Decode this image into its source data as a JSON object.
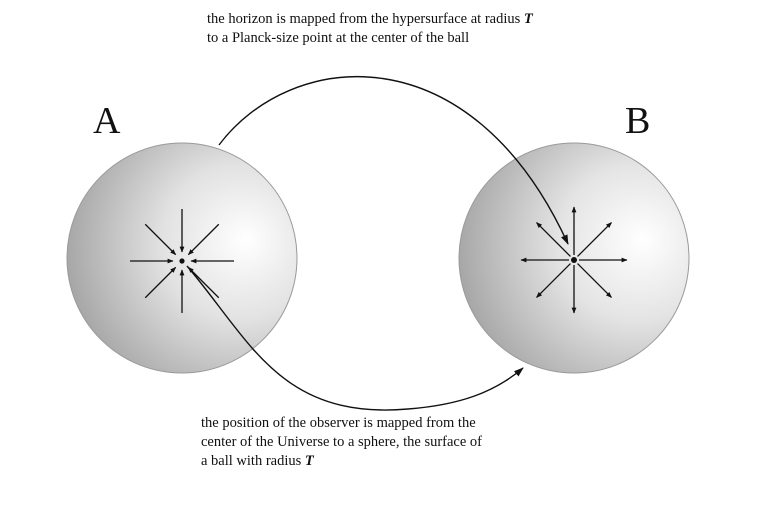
{
  "captions": {
    "top": {
      "line1": "the  horizon is mapped from the hypersurface at radius ",
      "line1_var": "T",
      "line2": "to a Planck-size point at the center of the ball"
    },
    "bottom": {
      "line1": "the position of the observer is mapped from the",
      "line2": "center of the Universe to a sphere, the surface of",
      "line3": "a ball with radius ",
      "line3_var": "T"
    }
  },
  "balls": {
    "left": {
      "label": "A",
      "arrow_direction": "inward"
    },
    "right": {
      "label": "B",
      "arrow_direction": "outward"
    }
  },
  "colors": {
    "ink": "#111111",
    "ball_light": "#ffffff",
    "ball_dark": "#a6a6a6",
    "ball_edge": "#9a9a9a"
  }
}
